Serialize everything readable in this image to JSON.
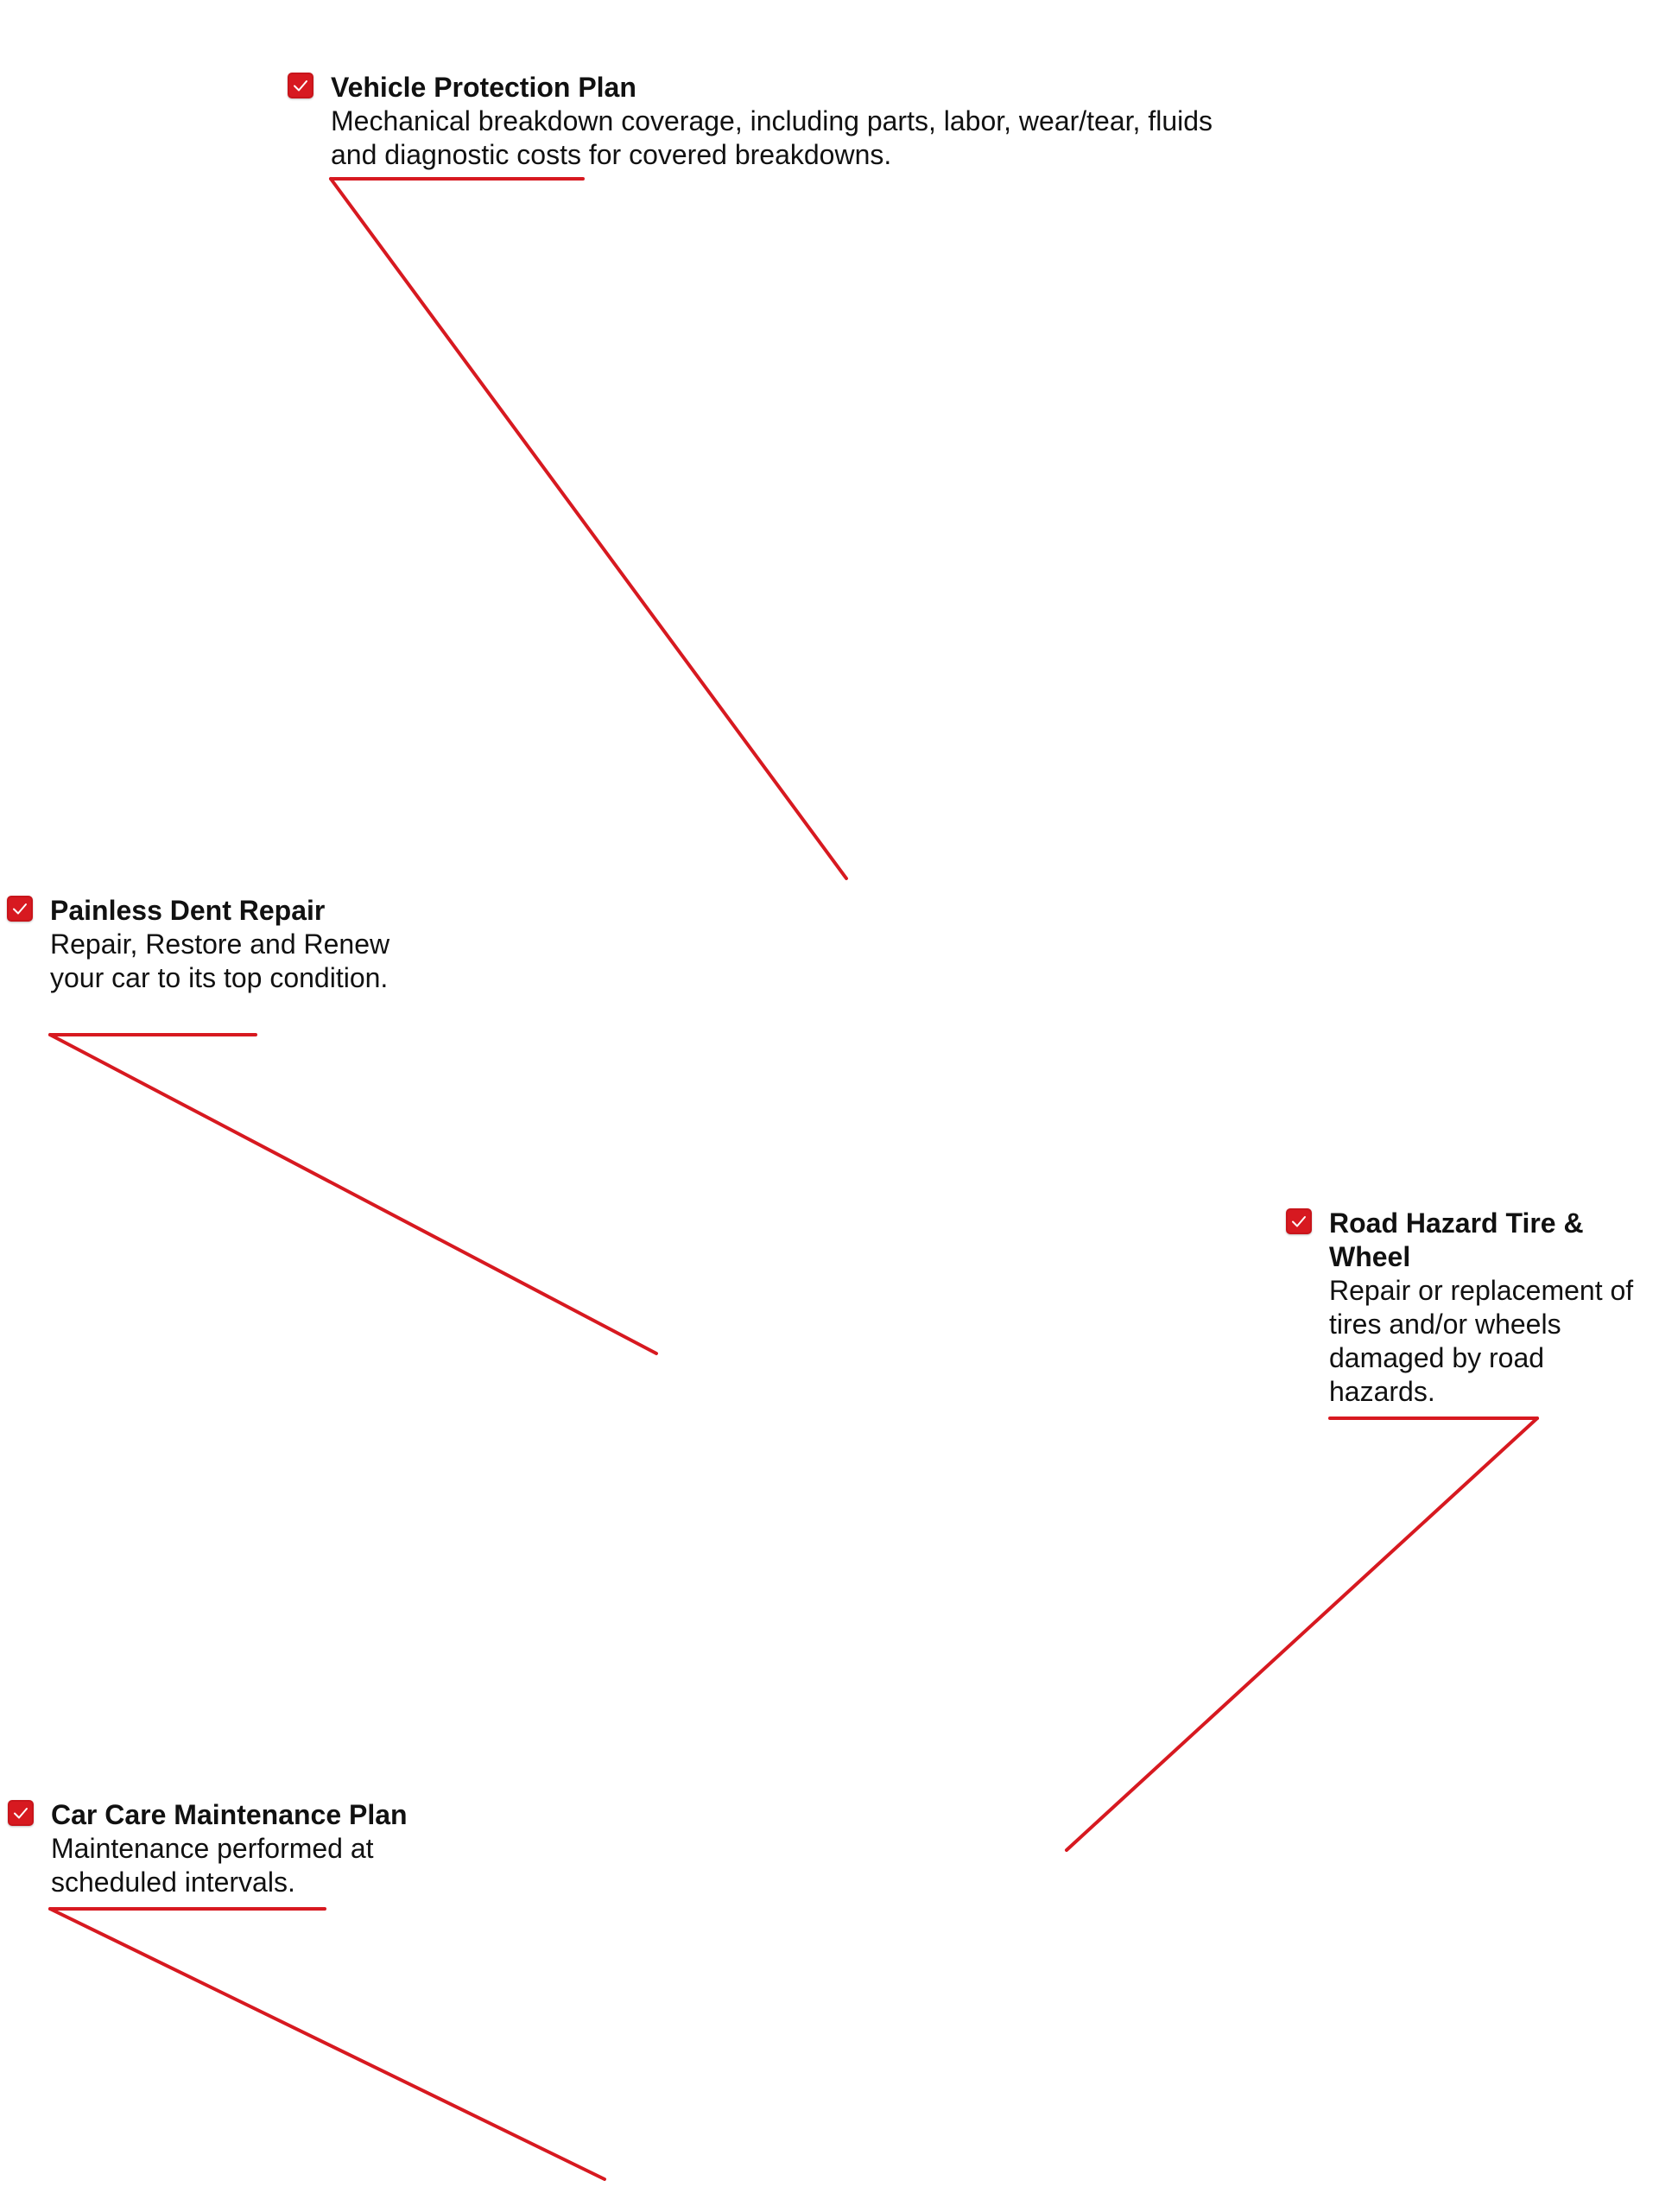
{
  "accent_color": "#d71920",
  "features": [
    {
      "id": "vehicle-protection",
      "checked": true,
      "icon": "checkmark-icon",
      "title": "Vehicle Protection Plan",
      "description": "Mechanical breakdown coverage, including parts, labor, wear/tear, fluids and diagnostic costs for covered breakdowns."
    },
    {
      "id": "painless-dent-repair",
      "checked": true,
      "icon": "checkmark-icon",
      "title": "Painless Dent Repair",
      "description": "Repair, Restore and Renew your car to its top condition."
    },
    {
      "id": "road-hazard",
      "checked": true,
      "icon": "checkmark-icon",
      "title": "Road Hazard Tire & Wheel",
      "description": "Repair or replacement of tires and/or wheels damaged by road hazards."
    },
    {
      "id": "car-care-maintenance",
      "checked": true,
      "icon": "checkmark-icon",
      "title": "Car Care Maintenance Plan",
      "description": "Maintenance performed at scheduled intervals."
    }
  ]
}
